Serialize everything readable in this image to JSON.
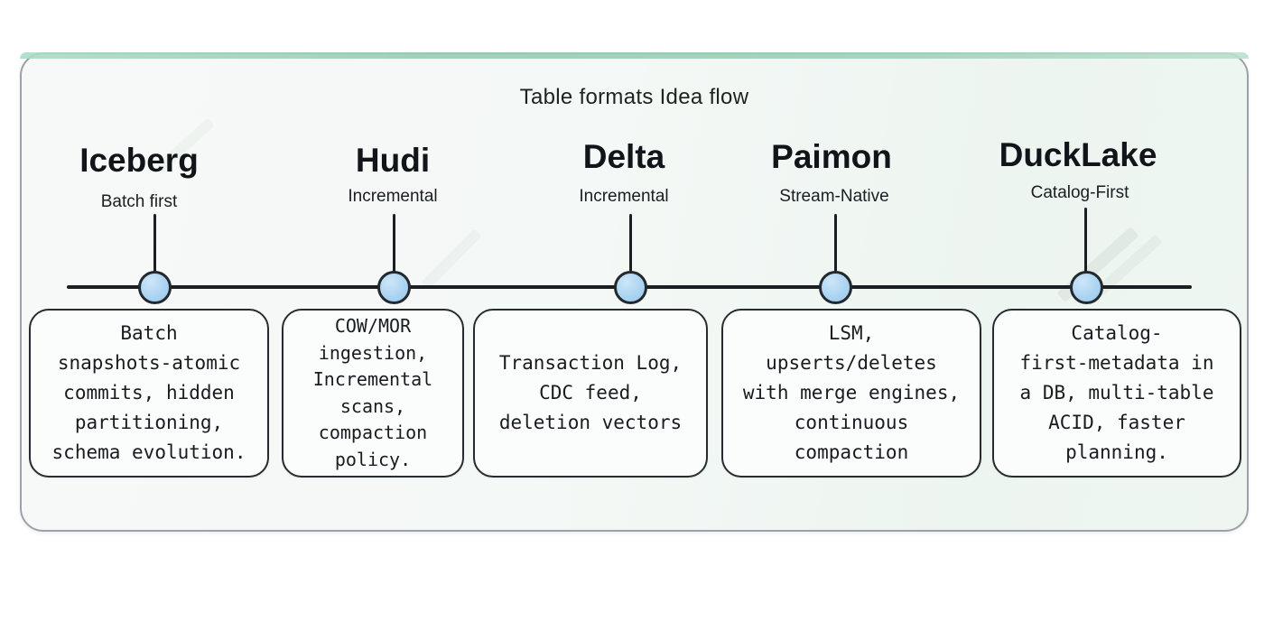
{
  "title": "Table formats Idea flow",
  "columns": [
    {
      "name": "Iceberg",
      "subtitle": "Batch first",
      "description_lines": [
        "Batch",
        "snapshots-atomic",
        "commits, hidden",
        "partitioning,",
        "schema evolution."
      ]
    },
    {
      "name": "Hudi",
      "subtitle": "Incremental",
      "description_lines": [
        "COW/MOR",
        "ingestion,",
        "Incremental",
        "scans,",
        "compaction",
        "policy."
      ]
    },
    {
      "name": "Delta",
      "subtitle": "Incremental",
      "description_lines": [
        "Transaction Log,",
        "CDC feed,",
        "deletion vectors"
      ]
    },
    {
      "name": "Paimon",
      "subtitle": "Stream-Native",
      "description_lines": [
        "LSM,",
        "upserts/deletes",
        "with merge engines,",
        "continuous",
        "compaction"
      ]
    },
    {
      "name": "DuckLake",
      "subtitle": "Catalog-First",
      "description_lines": [
        "Catalog-",
        "first-metadata in",
        "a DB, multi-table",
        "ACID, faster",
        "planning."
      ]
    }
  ],
  "colors": {
    "accent_green": "#95cdb2",
    "node_fill": "#a9d3f1",
    "node_stroke": "#23282d",
    "line": "#1b1f23",
    "card_border": "#9aa1a8",
    "box_border": "#272c30"
  }
}
